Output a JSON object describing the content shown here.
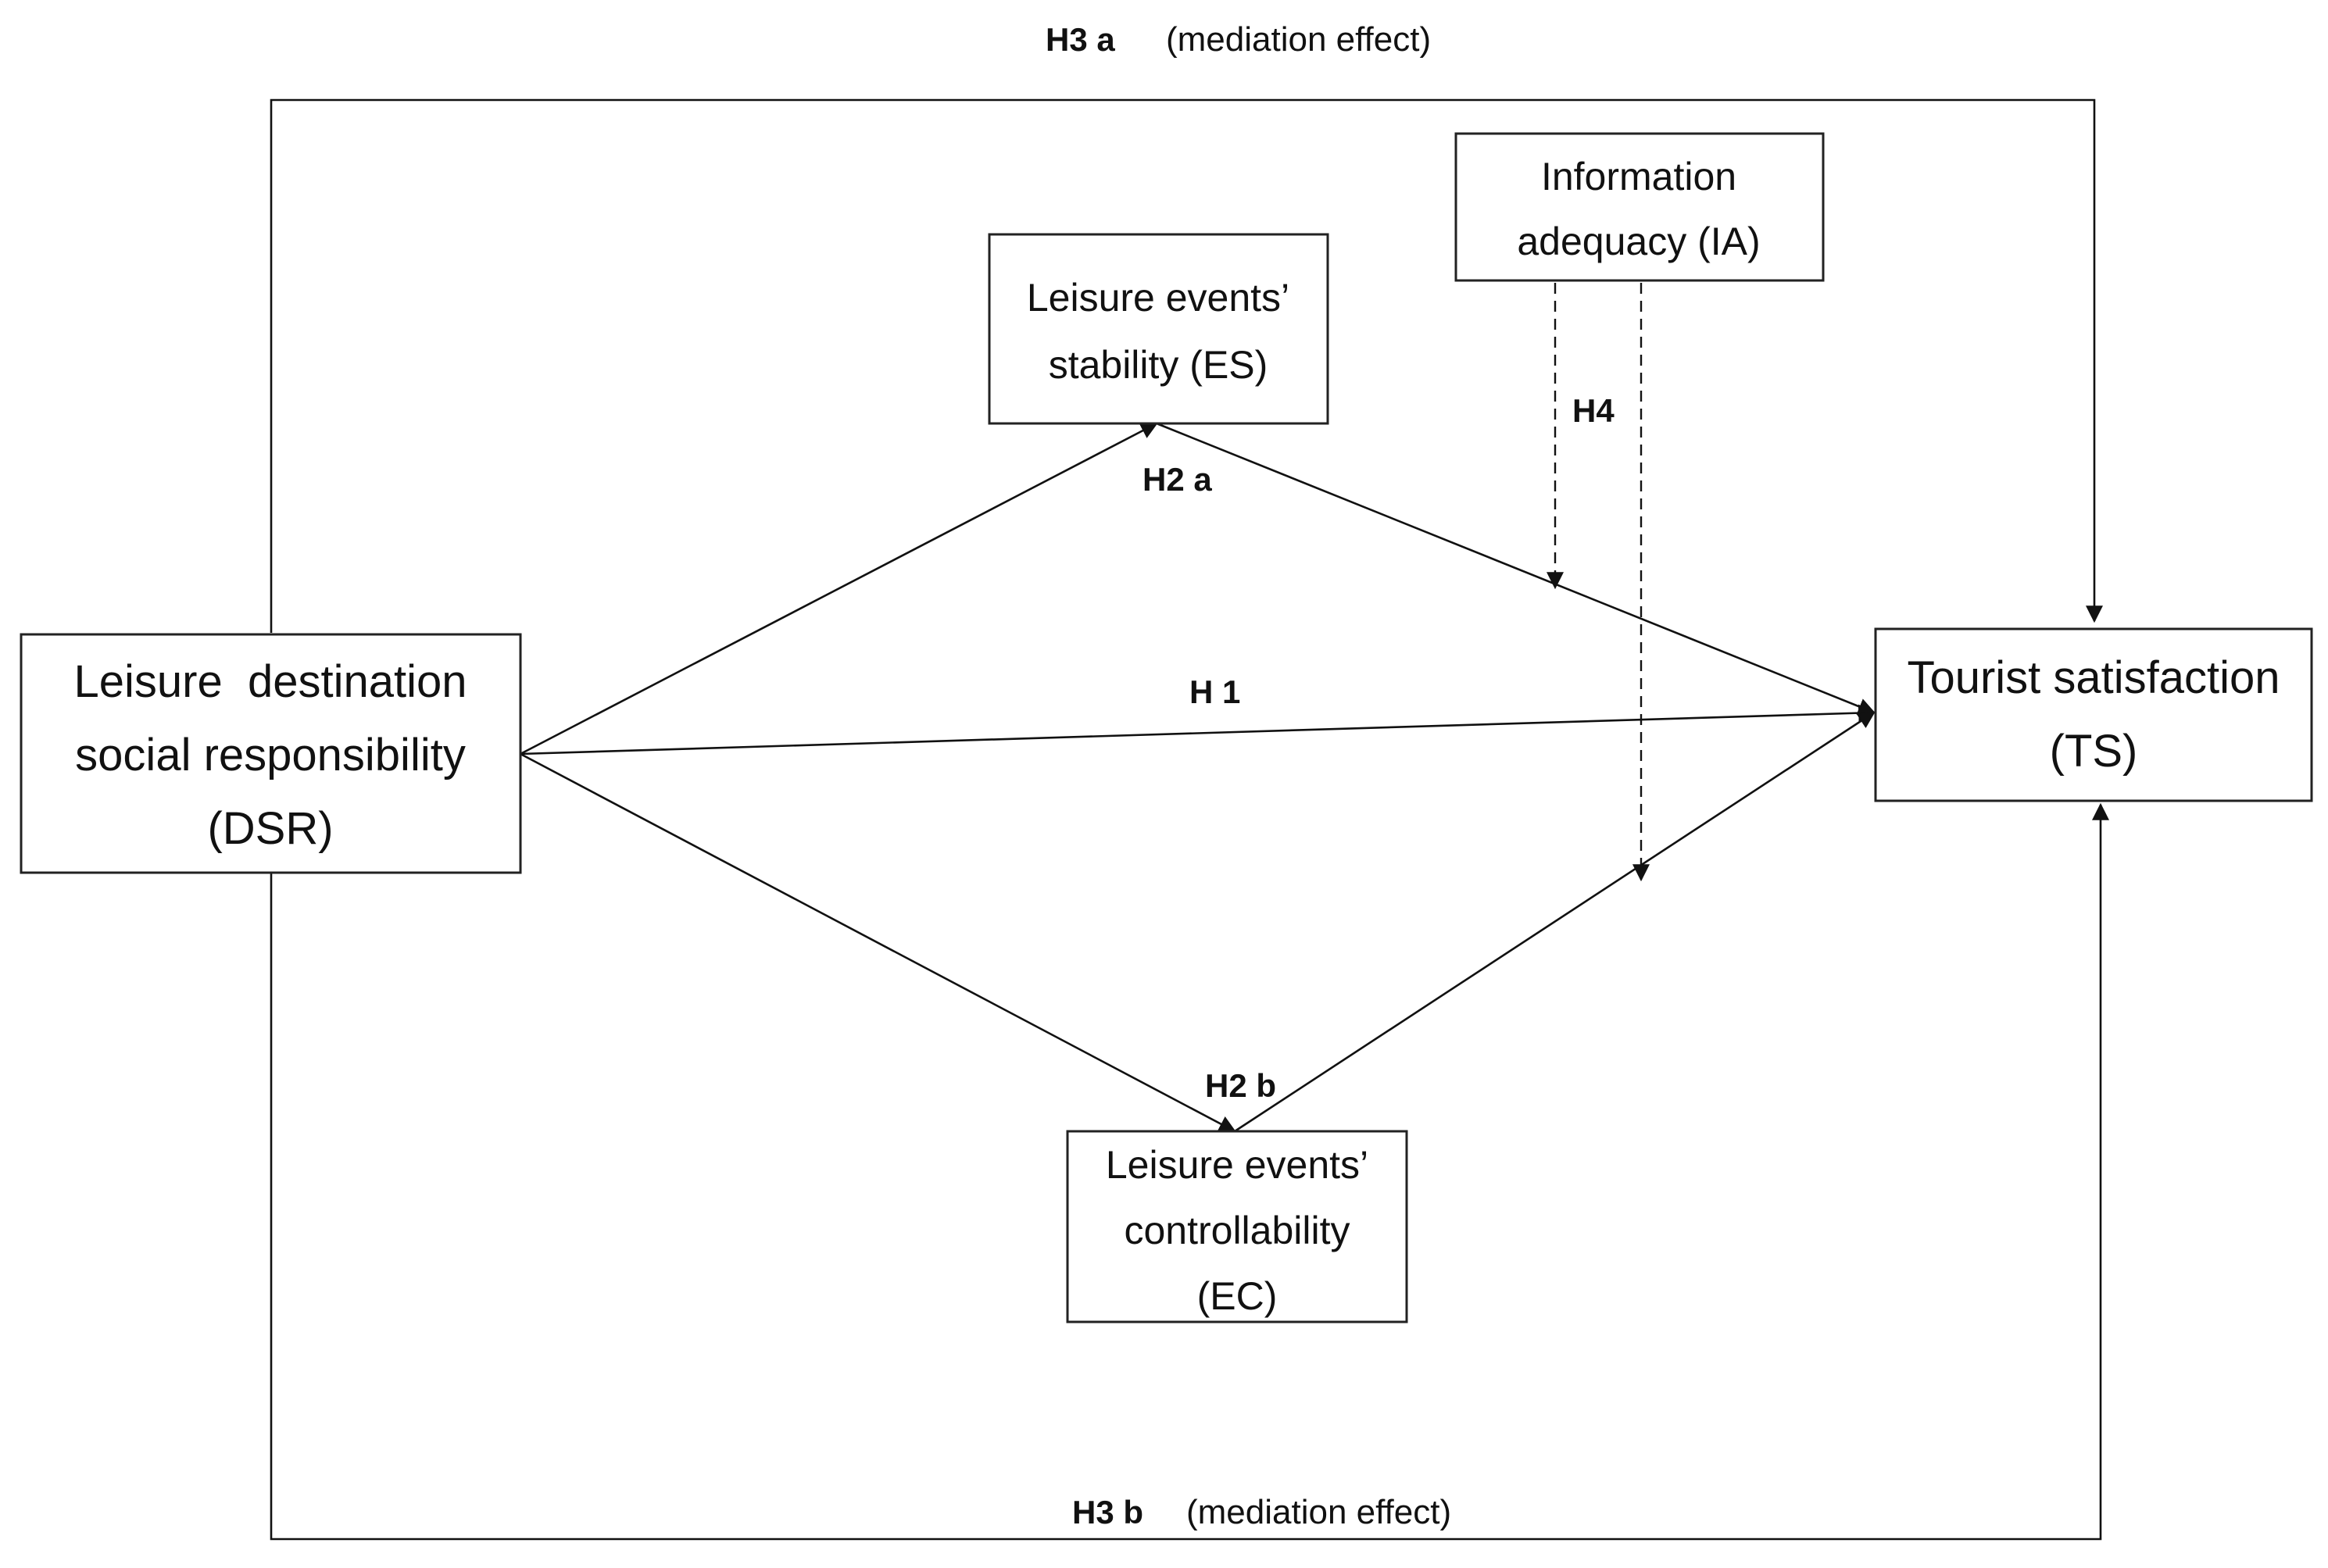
{
  "diagram": {
    "nodes": {
      "dsr": {
        "lines": [
          "Leisure  destination",
          "social responsibility",
          "(DSR)"
        ]
      },
      "es": {
        "lines": [
          "Leisure events’",
          "stability (ES)"
        ]
      },
      "ia": {
        "lines": [
          "Information",
          "adequacy (IA)"
        ]
      },
      "ts": {
        "lines": [
          "Tourist satisfaction",
          "(TS)"
        ]
      },
      "ec": {
        "lines": [
          "Leisure events’",
          "controllability",
          "(EC)"
        ]
      }
    },
    "labels": {
      "h3a": "H3 a",
      "h3a_note": "(mediation effect)",
      "h3b": "H3 b",
      "h3b_note": "(mediation effect)",
      "h1": "H 1",
      "h2a": "H2 a",
      "h2b": "H2 b",
      "h4": "H4"
    }
  }
}
